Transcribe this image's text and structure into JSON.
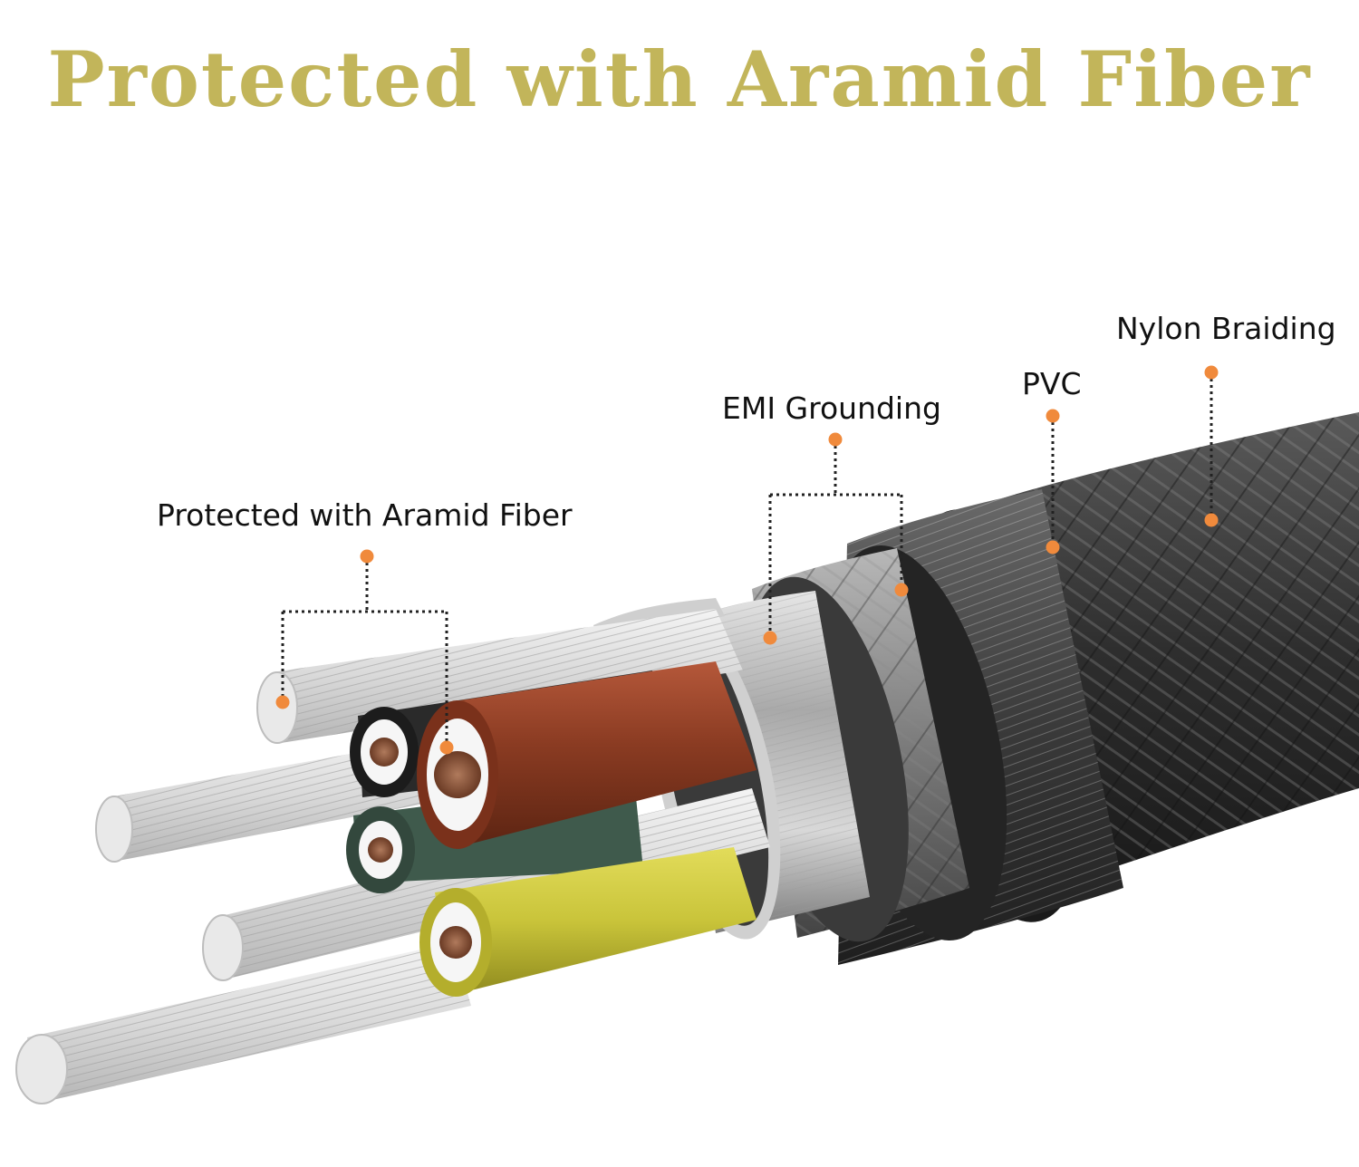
{
  "headline": "Protected with Aramid Fiber",
  "callouts": {
    "aramid": "Protected with Aramid Fiber",
    "emi": "EMI Grounding",
    "pvc": "PVC",
    "nylon": "Nylon Braiding"
  },
  "colors": {
    "headline": "#c2b55a",
    "marker": "#f08a3c",
    "conductor_brown": "#8a3b22",
    "conductor_yellow": "#c9c43a",
    "conductor_green": "#3f5a4c",
    "conductor_black": "#2a2a2a",
    "braid": "#2b2b2b"
  }
}
